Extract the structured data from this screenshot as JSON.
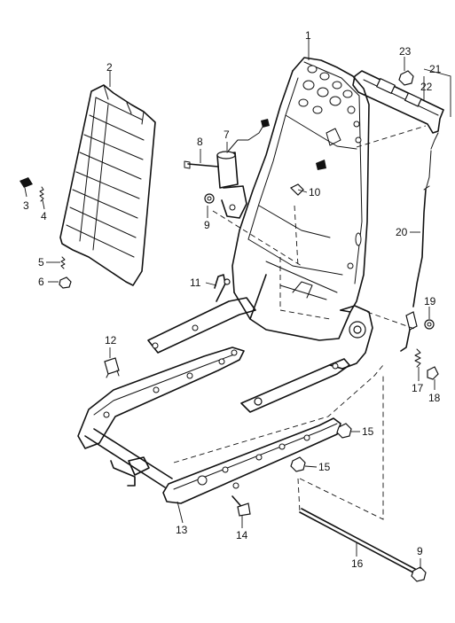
{
  "callouts": {
    "c1": "1",
    "c2": "2",
    "c3": "3",
    "c4": "4",
    "c5": "5",
    "c6": "6",
    "c7": "7",
    "c8": "8",
    "c9a": "9",
    "c9b": "9",
    "c10": "10",
    "c11": "11",
    "c12": "12",
    "c13": "13",
    "c14": "14",
    "c15a": "15",
    "c15b": "15",
    "c16": "16",
    "c17": "17",
    "c18": "18",
    "c19": "19",
    "c20": "20",
    "c21": "21",
    "c22": "22",
    "c23": "23"
  }
}
